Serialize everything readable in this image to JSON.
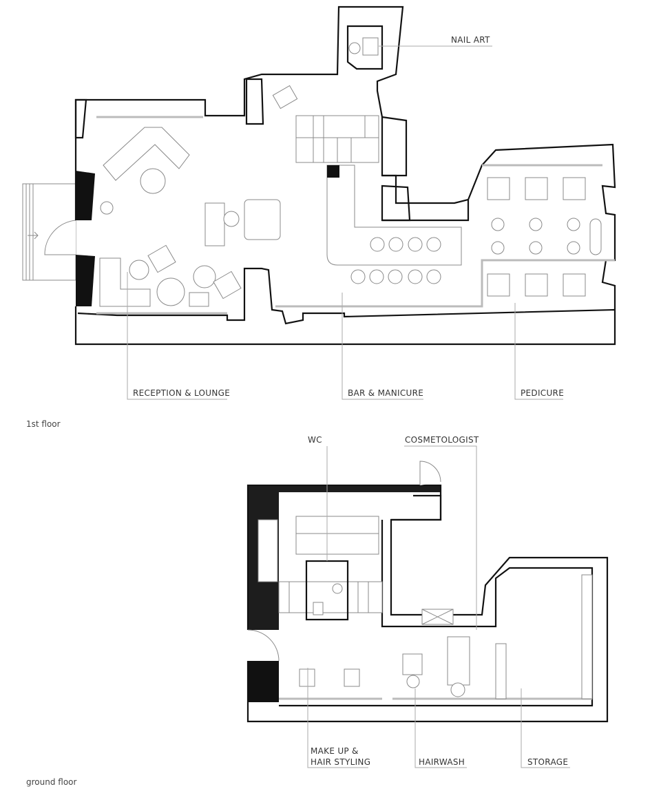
{
  "first_floor": {
    "title": "1st floor",
    "labels": {
      "nail_art": "NAIL ART",
      "reception": "RECEPTION & LOUNGE",
      "bar": "BAR & MANICURE",
      "pedicure": "PEDICURE"
    }
  },
  "ground_floor": {
    "title": "ground floor",
    "labels": {
      "wc": "WC",
      "cosmetologist": "COSMETOLOGIST",
      "makeup_line1": "MAKE UP &",
      "makeup_line2": "HAIR STYLING",
      "hairwash": "HAIRWASH",
      "storage": "STORAGE"
    }
  },
  "colors": {
    "wall": "#111111",
    "furniture": "#888888",
    "leader": "#aaaaaa"
  }
}
